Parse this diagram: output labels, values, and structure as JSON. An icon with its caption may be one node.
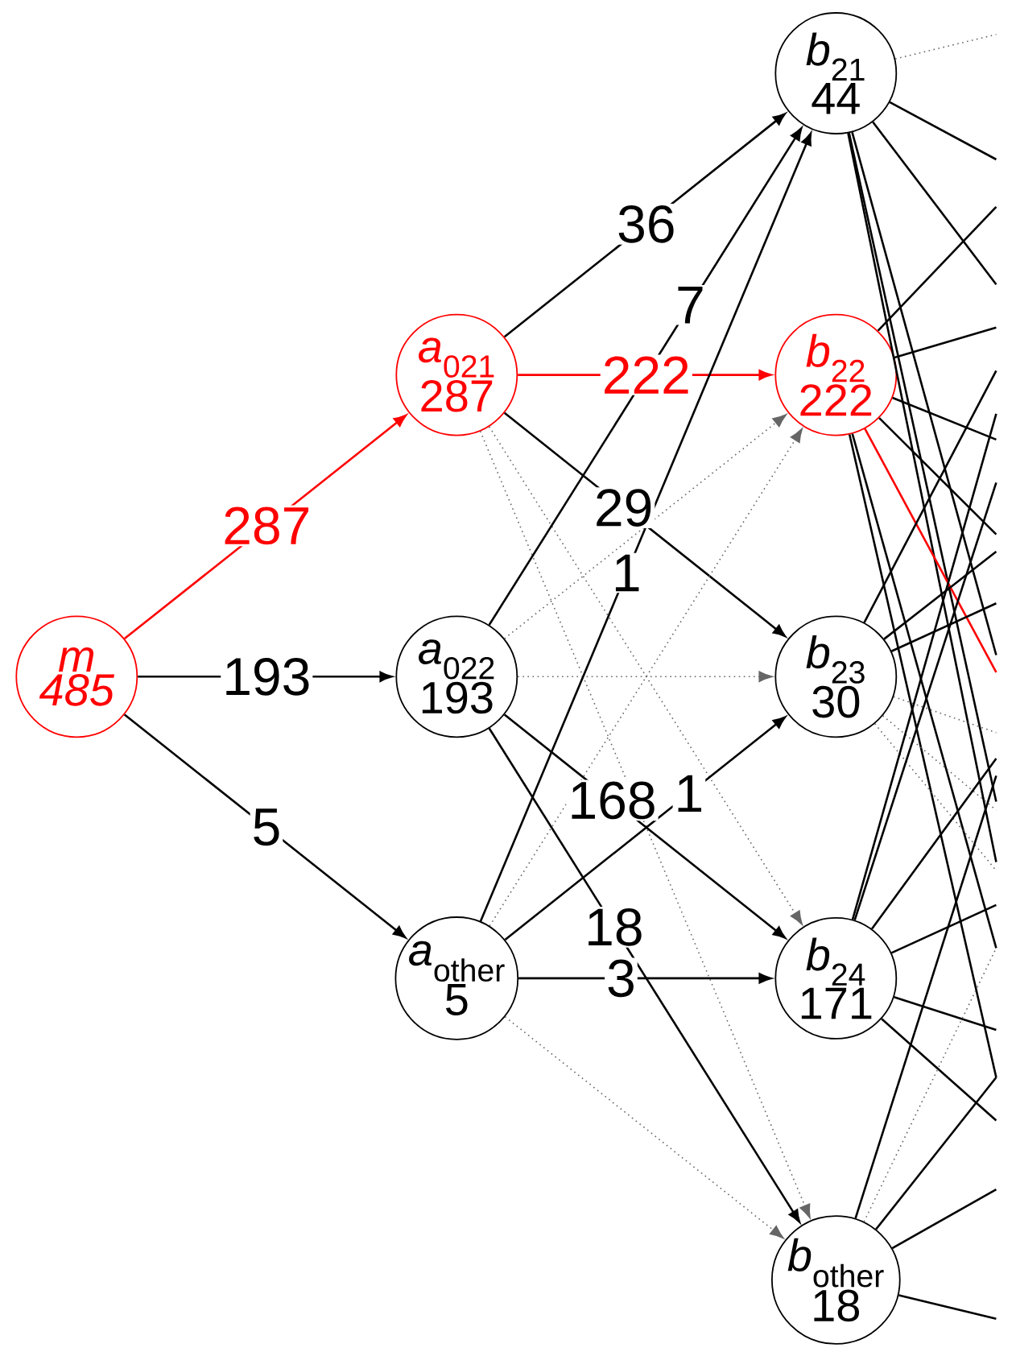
{
  "diagram": {
    "nodes": [
      {
        "text": [
          "*m*",
          "*485*"
        ]
      },
      {
        "text": [
          "*a*$_{021}$",
          "287"
        ]
      },
      {
        "text": [
          "*a*$_{022}$",
          "193"
        ]
      },
      {
        "text": [
          "*a*$_{other}$",
          "5"
        ]
      },
      {
        "text": [
          "*b*$_{21}$",
          "44"
        ]
      },
      {
        "text": [
          "*b*$_{22}$",
          "222"
        ]
      },
      {
        "text": [
          "*b*$_{23}$",
          "30"
        ]
      },
      {
        "text": [
          "*b*$_{24}$",
          "171"
        ]
      },
      {
        "text": [
          "*b*$_{other}$",
          "18"
        ]
      }
    ],
    "edges": [
      {
        "from": 0,
        "to": 1,
        "arrow": "to",
        "label": "287",
        "color": "#ff0000"
      },
      {
        "from": 0,
        "to": 2,
        "arrow": "to",
        "label": "193"
      },
      {
        "from": 0,
        "to": 3,
        "arrow": "to",
        "label": "5"
      },
      {
        "from": 1,
        "to": 4,
        "arrow": "to",
        "label": "36"
      },
      {
        "from": 1,
        "to": 5,
        "arrow": "to",
        "label": "222",
        "color": "#ff0000"
      },
      {
        "from": 1,
        "to": 6,
        "arrow": "to",
        "label": "29"
      },
      {
        "from": 1,
        "to": 7,
        "arrow": "to",
        "style": "dashed",
        "color": "#666666"
      },
      {
        "from": 1,
        "to": 8,
        "arrow": "to",
        "style": "dashed",
        "color": "#666666"
      },
      {
        "from": 2,
        "to": 4,
        "arrow": "to",
        "label": "7"
      },
      {
        "from": 2,
        "to": 5,
        "arrow": "to",
        "style": "dashed",
        "color": "#666666"
      },
      {
        "from": 2,
        "to": 6,
        "arrow": "to",
        "style": "dashed",
        "color": "#666666"
      },
      {
        "from": 2,
        "to": 7,
        "arrow": "to",
        "label": "168"
      },
      {
        "from": 2,
        "to": 8,
        "arrow": "to",
        "label": "18"
      },
      {
        "from": 3,
        "to": 4,
        "arrow": "to",
        "label": "1"
      },
      {
        "from": 3,
        "to": 5,
        "arrow": "to",
        "style": "dashed",
        "color": "#666666"
      },
      {
        "from": 3,
        "to": 6,
        "arrow": "to",
        "label": "1"
      },
      {
        "from": 3,
        "to": 7,
        "arrow": "to",
        "label": "3"
      },
      {
        "from": 3,
        "to": 8,
        "arrow": "to",
        "style": "dashed",
        "color": "#666666"
      },
      {
        "from": 4,
        "to": null,
        "arrow": "none",
        "style": "dashed",
        "color": "#666666"
      },
      {
        "from": 4,
        "to": null,
        "arrow": "none"
      },
      {
        "from": 4,
        "to": null,
        "arrow": "none"
      },
      {
        "from": 4,
        "to": null,
        "arrow": "none"
      },
      {
        "from": 4,
        "to": null,
        "arrow": "none"
      },
      {
        "from": 4,
        "to": null,
        "arrow": "none"
      },
      {
        "from": 5,
        "to": null,
        "arrow": "none"
      },
      {
        "from": 5,
        "to": null,
        "arrow": "none"
      },
      {
        "from": 5,
        "to": null,
        "arrow": "none"
      },
      {
        "from": 5,
        "to": null,
        "arrow": "none"
      },
      {
        "from": 5,
        "to": null,
        "arrow": "none",
        "color": "#ff0000"
      },
      {
        "from": 5,
        "to": null,
        "arrow": "none"
      },
      {
        "from": 5,
        "to": null,
        "arrow": "none"
      },
      {
        "from": 6,
        "to": null,
        "arrow": "none"
      },
      {
        "from": 6,
        "to": null,
        "arrow": "none"
      },
      {
        "from": 6,
        "to": null,
        "arrow": "none"
      },
      {
        "from": 6,
        "to": null,
        "arrow": "none",
        "style": "dashed",
        "color": "#666666"
      },
      {
        "from": 6,
        "to": null,
        "arrow": "none",
        "style": "dashed",
        "color": "#666666"
      },
      {
        "from": 6,
        "to": null,
        "arrow": "none",
        "style": "dashed",
        "color": "#666666"
      },
      {
        "from": 7,
        "to": null,
        "arrow": "none"
      },
      {
        "from": 7,
        "to": null,
        "arrow": "none"
      },
      {
        "from": 7,
        "to": null,
        "arrow": "none"
      },
      {
        "from": 7,
        "to": null,
        "arrow": "none"
      },
      {
        "from": 7,
        "to": null,
        "arrow": "none"
      },
      {
        "from": 7,
        "to": null,
        "arrow": "none"
      },
      {
        "from": 8,
        "to": null,
        "arrow": "none"
      },
      {
        "from": 8,
        "to": null,
        "arrow": "none",
        "style": "dashed",
        "color": "#666666"
      },
      {
        "from": 8,
        "to": null,
        "arrow": "none"
      },
      {
        "from": 8,
        "to": null,
        "arrow": "none"
      },
      {
        "from": 8,
        "to": null,
        "arrow": "none"
      }
    ]
  }
}
